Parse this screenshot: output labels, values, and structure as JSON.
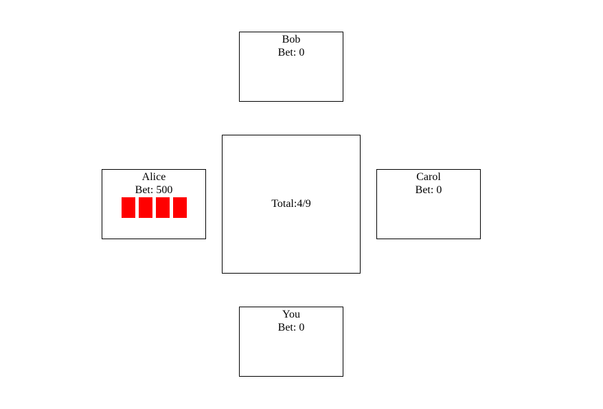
{
  "table": {
    "total_label": "Total:",
    "total_value": "4/9"
  },
  "players": {
    "top": {
      "name": "Bob",
      "bet_label": "Bet: ",
      "bet": "0",
      "cards": []
    },
    "left": {
      "name": "Alice",
      "bet_label": "Bet: ",
      "bet": "500",
      "cards": [
        "card-back",
        "card-back",
        "card-back",
        "card-back"
      ]
    },
    "right": {
      "name": "Carol",
      "bet_label": "Bet: ",
      "bet": "0",
      "cards": []
    },
    "bottom": {
      "name": "You",
      "bet_label": "Bet: ",
      "bet": "0",
      "cards": []
    }
  },
  "colors": {
    "card_back": "#ff0000",
    "border": "#000000",
    "background": "#ffffff"
  }
}
